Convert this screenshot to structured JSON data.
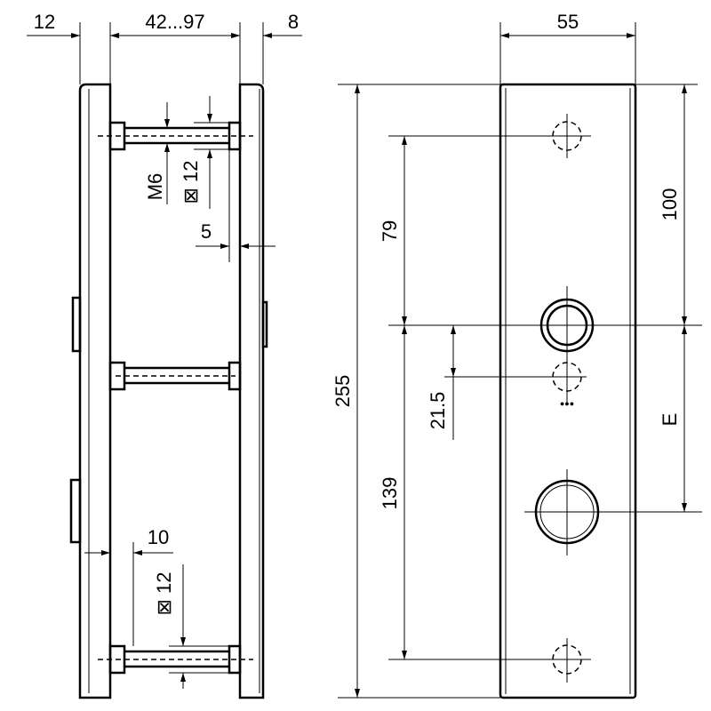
{
  "title": "Door handle plate dimension drawing",
  "side_view": {
    "dim_plate_thickness_left": "12",
    "dim_door_thickness": "42...97",
    "dim_plate_thickness_right": "8",
    "dim_thread": "M6",
    "dim_square_top": "⊠ 12",
    "dim_offset": "5",
    "dim_edge": "10",
    "dim_square_bottom": "⊠ 12"
  },
  "front_view": {
    "dim_width": "55",
    "dim_height": "255",
    "dim_top_to_handle": "79",
    "dim_handle_to_bottom": "139",
    "dim_handle_to_cylinder": "21.5",
    "dim_top_to_handle_right": "100",
    "dim_backset": "E"
  }
}
